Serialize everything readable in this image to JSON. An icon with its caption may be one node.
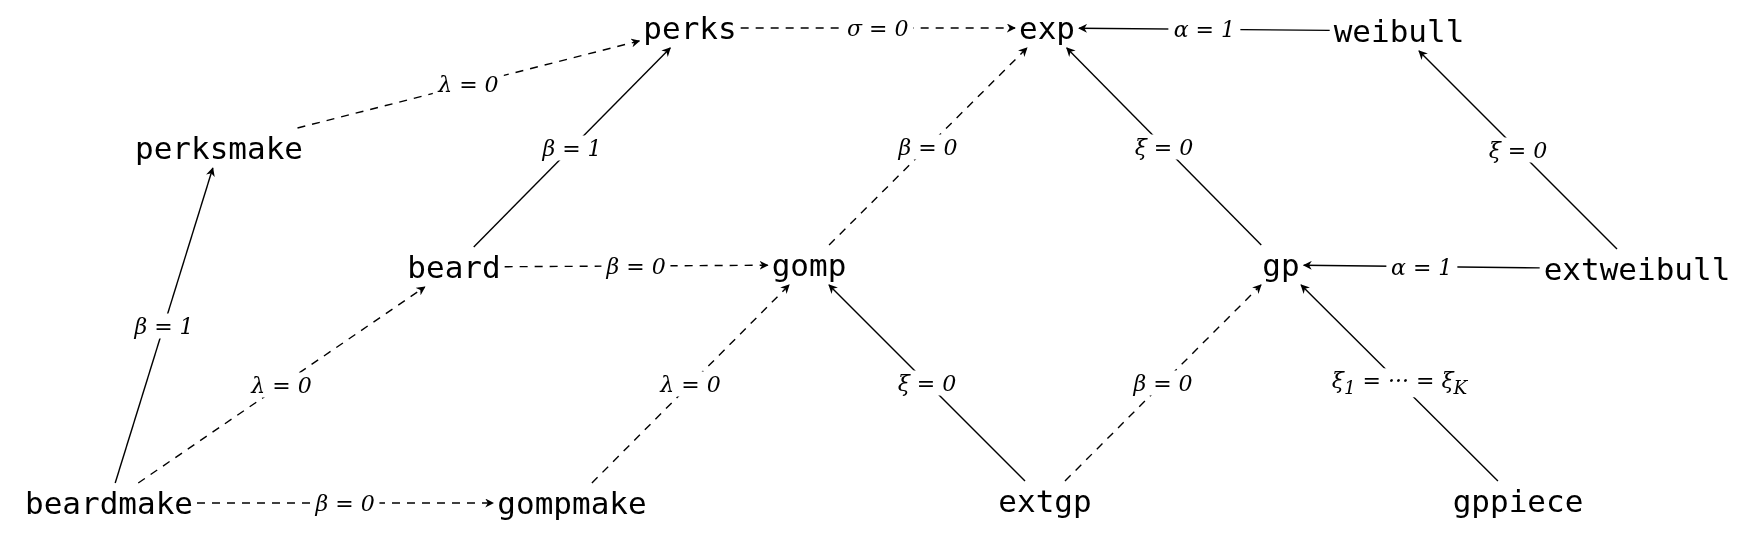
{
  "diagram": {
    "nodes": [
      {
        "text": [
          "perks"
        ]
      },
      {
        "text": [
          "exp"
        ]
      },
      {
        "text": [
          "weibull"
        ]
      },
      {
        "text": [
          "perksmake"
        ]
      },
      {
        "text": [
          "beard"
        ]
      },
      {
        "text": [
          "gomp"
        ]
      },
      {
        "text": [
          "gp"
        ]
      },
      {
        "text": [
          "extweibull"
        ]
      },
      {
        "text": [
          "beardmake"
        ]
      },
      {
        "text": [
          "gompmake"
        ]
      },
      {
        "text": [
          "extgp"
        ]
      },
      {
        "text": [
          "gppiece"
        ]
      }
    ],
    "edges": [
      {
        "from": 3,
        "to": 0,
        "arrow": "to",
        "style": "dashed",
        "label": "λ = 0"
      },
      {
        "from": 4,
        "to": 0,
        "arrow": "to",
        "label": "β = 1"
      },
      {
        "from": 5,
        "to": 1,
        "arrow": "to",
        "style": "dashed",
        "label": "β = 0"
      },
      {
        "from": 6,
        "to": 1,
        "arrow": "to",
        "label": "ξ = 0"
      },
      {
        "from": 2,
        "to": 1,
        "arrow": "to",
        "label": "α = 1"
      },
      {
        "from": 0,
        "to": 1,
        "arrow": "to",
        "style": "dashed",
        "label": "σ = 0"
      },
      {
        "from": 7,
        "to": 2,
        "arrow": "to",
        "label": "ξ = 0"
      },
      {
        "from": 4,
        "to": 5,
        "arrow": "to",
        "style": "dashed",
        "label": "β = 0"
      },
      {
        "from": 7,
        "to": 6,
        "arrow": "to",
        "label": "α = 1"
      },
      {
        "from": 8,
        "to": 3,
        "arrow": "to",
        "label": "β = 1"
      },
      {
        "from": 8,
        "to": 4,
        "arrow": "to",
        "style": "dashed",
        "label": "λ = 0"
      },
      {
        "from": 9,
        "to": 5,
        "arrow": "to",
        "style": "dashed",
        "label": "λ = 0"
      },
      {
        "from": 10,
        "to": 5,
        "arrow": "to",
        "label": "ξ = 0"
      },
      {
        "from": 10,
        "to": 6,
        "arrow": "to",
        "style": "dashed",
        "label": "β = 0"
      },
      {
        "from": 11,
        "to": 6,
        "arrow": "to",
        "label": "ξ$_{1}$ = ··· = ξ$_{K}$"
      },
      {
        "from": 8,
        "to": 9,
        "arrow": "to",
        "style": "dashed",
        "label": "β = 0"
      }
    ]
  }
}
